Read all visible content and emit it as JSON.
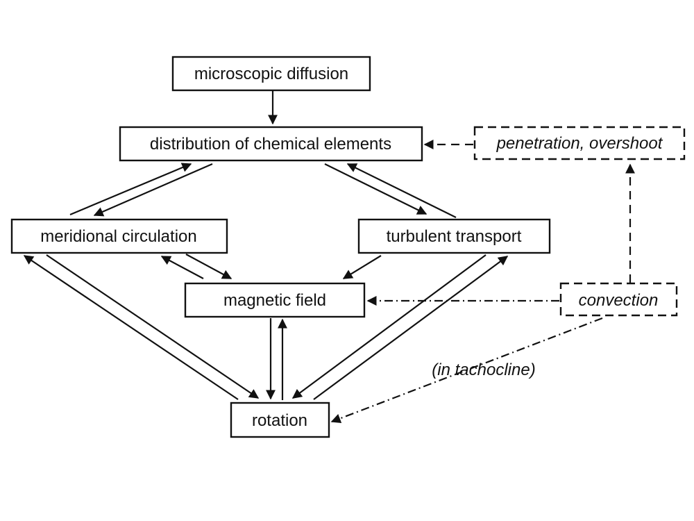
{
  "nodes": {
    "microscopic_diffusion": "microscopic diffusion",
    "distribution": "distribution of chemical elements",
    "penetration": "penetration, overshoot",
    "meridional": "meridional circulation",
    "turbulent": "turbulent transport",
    "magnetic": "magnetic field",
    "convection": "convection",
    "rotation": "rotation"
  },
  "annotations": {
    "tachocline": "(in tachocline)"
  }
}
